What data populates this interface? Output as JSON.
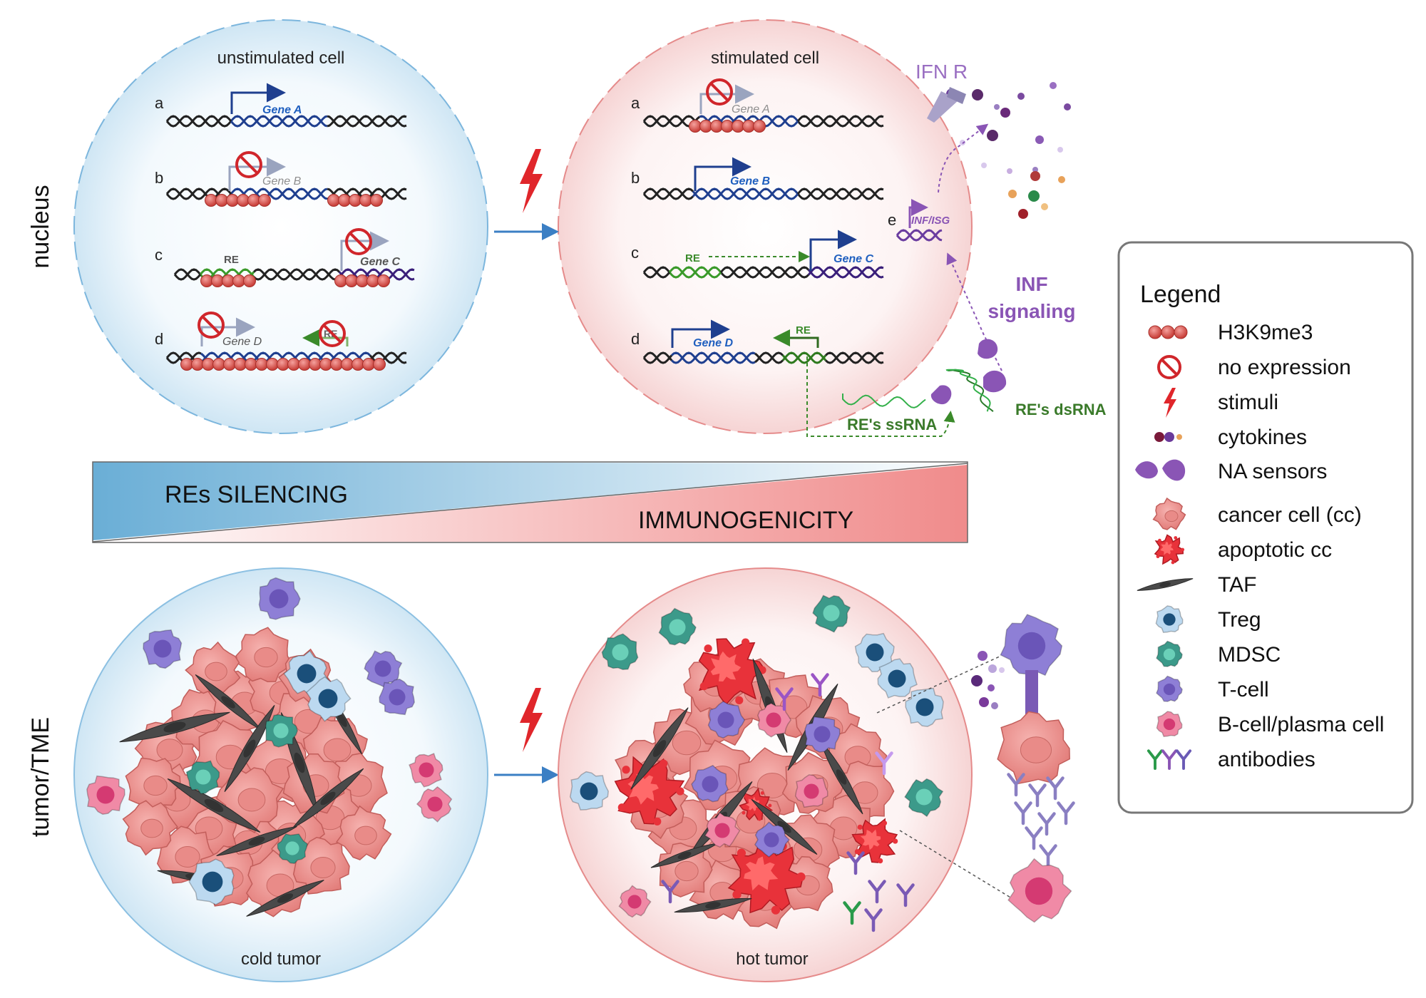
{
  "side_labels": {
    "nucleus": "nucleus",
    "tumor": "tumor/TME"
  },
  "nucleus": {
    "unstimulated": {
      "title": "unstimulated cell",
      "rows": {
        "a": {
          "letter": "a",
          "gene": "Gene A"
        },
        "b": {
          "letter": "b",
          "gene": "Gene B"
        },
        "c": {
          "letter": "c",
          "re": "RE",
          "gene": "Gene C"
        },
        "d": {
          "letter": "d",
          "gene": "Gene D",
          "re": "RE"
        }
      }
    },
    "stimulated": {
      "title": "stimulated cell",
      "rows": {
        "a": {
          "letter": "a",
          "gene": "Gene A"
        },
        "b": {
          "letter": "b",
          "gene": "Gene B"
        },
        "c": {
          "letter": "c",
          "re": "RE",
          "gene": "Gene C"
        },
        "d": {
          "letter": "d",
          "gene": "Gene D",
          "re": "RE"
        },
        "e": {
          "letter": "e",
          "gene": "INF/ISG"
        }
      }
    },
    "ifn_r": "IFN R",
    "inf_signaling_1": "INF",
    "inf_signaling_2": "signaling",
    "ssrna": "RE's ssRNA",
    "dsrna": "RE's dsRNA"
  },
  "gradient": {
    "silencing": "REs SILENCING",
    "immunogenicity": "IMMUNOGENICITY",
    "colors": {
      "blue": "#6aaed6",
      "red": "#f08b8b"
    }
  },
  "tumor": {
    "cold": "cold tumor",
    "hot": "hot tumor"
  },
  "legend": {
    "title": "Legend",
    "items": [
      {
        "icon": "h3k9me3-icon",
        "label": "H3K9me3"
      },
      {
        "icon": "no-expression-icon",
        "label": "no expression"
      },
      {
        "icon": "lightning-icon",
        "label": "stimuli"
      },
      {
        "icon": "cytokines-icon",
        "label": "cytokines"
      },
      {
        "icon": "na-sensor-icon",
        "label": "NA sensors"
      },
      {
        "icon": "cancer-cell-icon",
        "label": "cancer cell (cc)"
      },
      {
        "icon": "apoptotic-cell-icon",
        "label": "apoptotic cc"
      },
      {
        "icon": "taf-icon",
        "label": "TAF"
      },
      {
        "icon": "treg-icon",
        "label": "Treg"
      },
      {
        "icon": "mdsc-icon",
        "label": "MDSC"
      },
      {
        "icon": "t-cell-icon",
        "label": "T-cell"
      },
      {
        "icon": "b-cell-icon",
        "label": "B-cell/plasma cell"
      },
      {
        "icon": "antibodies-icon",
        "label": "antibodies"
      }
    ]
  },
  "colors": {
    "blue_dna": "#1f3f8f",
    "green_re": "#3a9a2a",
    "purple": "#8a55b5",
    "methyl": "#d9534f",
    "forbid": "#d0262b",
    "stimuli": "#e0262b"
  }
}
